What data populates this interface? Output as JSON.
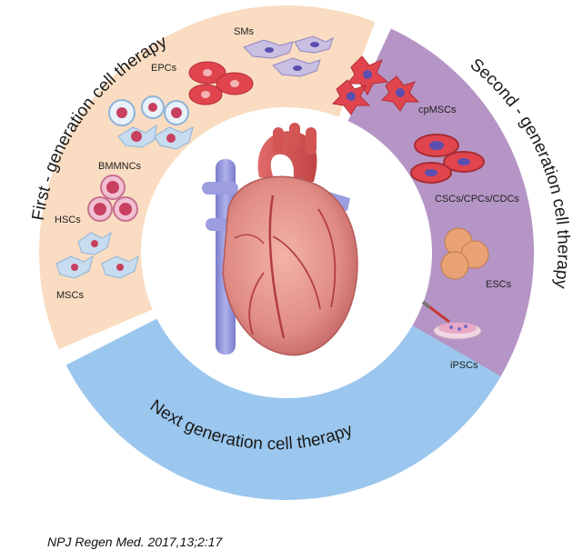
{
  "diagram": {
    "segments": [
      {
        "id": "first",
        "title": "First - generation cell therapy",
        "color": "#f9dcc1",
        "cells": [
          "SMs",
          "EPCs",
          "BMMNCs",
          "HSCs",
          "MSCs"
        ]
      },
      {
        "id": "second",
        "title": "Second - generation cell therapy",
        "color": "#b595c5",
        "cells": [
          "cpMSCs",
          "CSCs/CPCs/CDCs",
          "ESCs",
          "iPSCs"
        ]
      },
      {
        "id": "next",
        "title": "Next generation cell therapy",
        "color": "#9bc7ee",
        "cells": []
      }
    ],
    "center_icon": "heart-icon"
  },
  "citation": "NPJ Regen Med. 2017,13;2:17",
  "colors": {
    "cell_pink": "#d9587a",
    "cell_red": "#e0454e",
    "cell_purple_light": "#c9bfe2",
    "cell_blue_light": "#c7dcef",
    "cell_orange": "#e8a274",
    "nucleus_blue": "#5a4fb0",
    "heart_red": "#c84b4b",
    "vessel_blue": "#8e8fd6"
  }
}
